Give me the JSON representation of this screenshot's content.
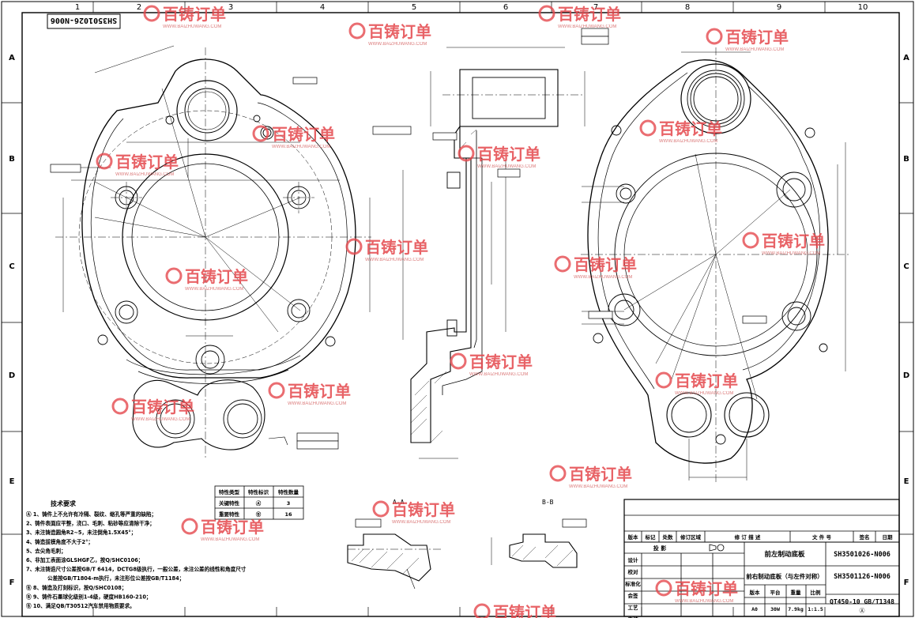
{
  "drawing_number": "SH3501026-N006",
  "grid": {
    "cols": [
      "1",
      "2",
      "3",
      "4",
      "5",
      "6",
      "7",
      "8",
      "9",
      "10"
    ],
    "rows": [
      "A",
      "B",
      "C",
      "D",
      "E",
      "F"
    ]
  },
  "watermark": {
    "brand": "百铸订单",
    "url": "WWW.BAIZHUWANG.COM",
    "brand_color": "#e5484d"
  },
  "section_labels": {
    "left_section": "A-A",
    "right_section": "B-B"
  },
  "feature_table": {
    "headers": [
      "特性类型",
      "特性标识",
      "特性数量"
    ],
    "rows": [
      [
        "关键特性",
        "Ⓐ",
        "3"
      ],
      [
        "重要特性",
        "Ⓑ",
        "16"
      ]
    ]
  },
  "notes": {
    "title": "技术要求",
    "items": [
      "Ⓐ 1、铸件上不允许有冷隔、裂纹、缩孔等严重的缺陷；",
      "2、铸件表面应平整，浇口、毛刺、粘砂等应清除干净；",
      "3、未注铸造圆角R2~5，未注倒角1.5X45°；",
      "4、铸造拔模角度不大于2°；",
      "5、去尖角毛刺；",
      "6、非加工表面涂GLSHGF乙，按Q/SHC0106；",
      "7、未注铸造尺寸公差按GB/T 6414，DCTG8级执行，一般公差，未注公差的线性和角度尺寸",
      "公差按GB/T1804-m执行，未注形位公差按GB/T1184；",
      "Ⓑ 8、铸造及打刻标识，按Q/SHC0108；",
      "Ⓑ 9、铸件石墨球化级别1-4级，硬度HB160-210；",
      "Ⓑ 10、满足QB/T30512汽车禁用物质要求。"
    ]
  },
  "title_block": {
    "revision_headers": [
      "版本",
      "标记",
      "处数",
      "修订区域",
      "修 订 描 述",
      "文 件 号",
      "签名",
      "日期"
    ],
    "projection_label": "投 影",
    "role_labels": [
      "设计",
      "校对",
      "标准化",
      "会签",
      "工艺",
      "审核"
    ],
    "part_name_1": "前左制动底板",
    "part_name_2": "前右制动底板（与左件对称）",
    "part_no_1": "SH3501026-N006",
    "part_no_2": "SH3501126-N006",
    "spec_headers": [
      "版本",
      "平台",
      "重量",
      "比例"
    ],
    "spec_values": [
      "A0",
      "30W",
      "7.9kg",
      "1:1.5"
    ],
    "material": "QT450-10 GB/T1348",
    "material_mark": "Ⓐ"
  }
}
